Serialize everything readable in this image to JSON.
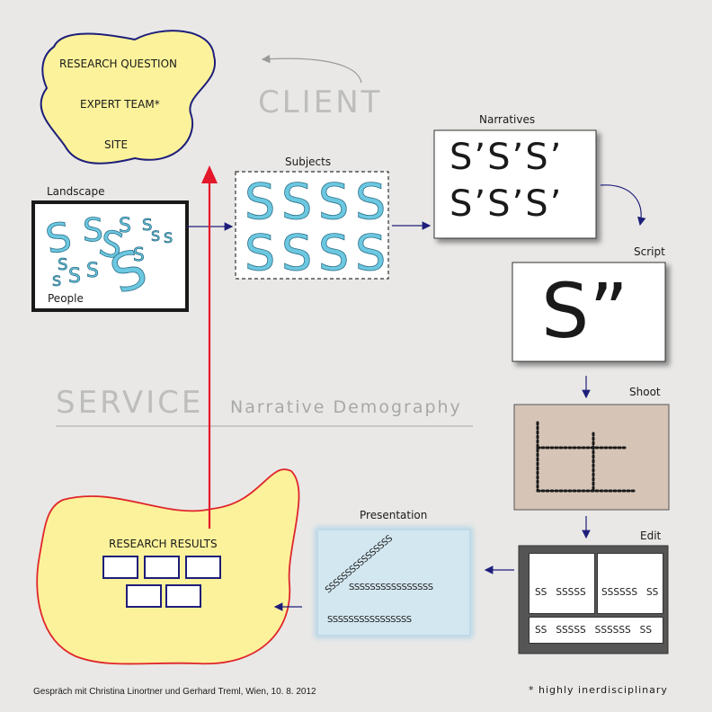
{
  "client": {
    "label": "CLIENT",
    "items": [
      "RESEARCH QUESTION",
      "EXPERT TEAM*",
      "SITE"
    ]
  },
  "service": {
    "label": "SERVICE",
    "subtitle": "Narrative Demography"
  },
  "landscape": {
    "label": "Landscape",
    "people_label": "People"
  },
  "subjects": {
    "label": "Subjects",
    "glyphs": [
      "S",
      "S",
      "S",
      "S",
      "S",
      "S",
      "S",
      "S"
    ]
  },
  "narratives": {
    "label": "Narratives",
    "lines": [
      "S’S’S’",
      "S’S’S’"
    ]
  },
  "script": {
    "label": "Script",
    "text": "S”"
  },
  "shoot": {
    "label": "Shoot"
  },
  "edit": {
    "label": "Edit",
    "panels": [
      "SS   SSSSS",
      "SSSSSS   SS",
      "SS   SSSSS   SSSSSS   SS"
    ]
  },
  "presentation": {
    "label": "Presentation",
    "scribble": [
      "SSSSSSSSSSSSSSSS",
      "SSSSSSSSSSSSSSSS",
      "SSSSSSSSSSSSSSSS"
    ]
  },
  "results": {
    "label": "RESEARCH RESULTS"
  },
  "footer": {
    "credit": "Gespräch mit Christina Linortner und Gerhard Treml, Wien, 10. 8. 2012",
    "note": "* highly inerdisciplinary"
  },
  "colors": {
    "blob_fill": "#fcf29b",
    "client_outline": "#1e1e7a",
    "results_outline": "#e0262b",
    "arrow_blue": "#1e1e7a",
    "arrow_red": "#e5172b",
    "s_cyan": "#6cc8e0",
    "shoot_bg": "#d6c5b6",
    "presentation_bg": "#d3e7f1",
    "edit_bg": "#555555"
  }
}
